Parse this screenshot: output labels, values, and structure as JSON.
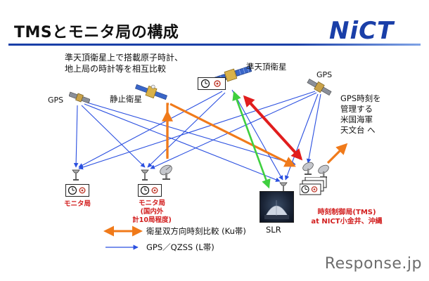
{
  "header": {
    "title": "TMSとモニタ局の構成",
    "logo_text": "NiCT"
  },
  "notes": {
    "compare_line1": "準天頂衛星上で搭載原子時計、",
    "compare_line2": "地上局の時計等を相互比較",
    "gps_usno_line1": "GPS時刻を",
    "gps_usno_line2": "管理する",
    "gps_usno_line3": "米国海軍",
    "gps_usno_line4": "天文台 へ"
  },
  "labels": {
    "qzs": "準天頂衛星",
    "gps_left": "GPS",
    "gps_right": "GPS",
    "geo": "静止衛星",
    "slr": "SLR",
    "monitor_station": "モニタ局",
    "monitor_station_domestic_line1": "モニタ局",
    "monitor_station_domestic_line2": "(国内外",
    "monitor_station_domestic_line3": "計10局程度)",
    "tms_line1": "時刻制御局(TMS)",
    "tms_line2": "at NICT小金井、沖縄"
  },
  "legend": {
    "twstft": "衛星双方向時刻比較 (Ku帯)",
    "gps_qzss": "GPS／QZSS (L帯)"
  },
  "watermark": "Response.jp",
  "colors": {
    "blue_link": "#2a4fe0",
    "orange": "#f07a1a",
    "red": "#e11d1d",
    "green": "#3fcf3f",
    "accent_red_text": "#d21e1e",
    "brand_blue": "#1a3fa8"
  }
}
